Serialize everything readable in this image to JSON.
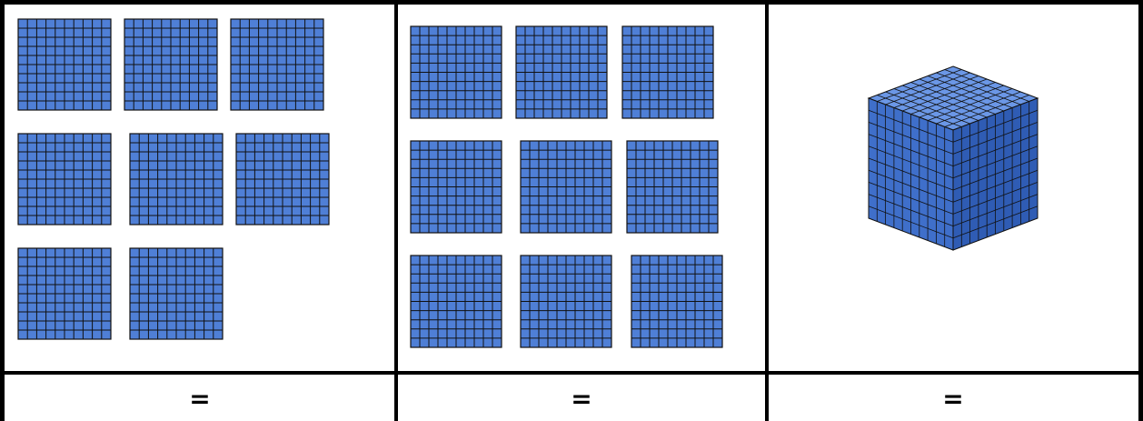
{
  "colors": {
    "block_fill": "#4f7fd6",
    "grid_line": "#111111",
    "cube_top": "#6b97e6",
    "cube_left": "#3f6fca",
    "cube_right": "#2f5cb4"
  },
  "columns": [
    {
      "flat_count": 8,
      "equals_label": "="
    },
    {
      "flat_count": 9,
      "equals_label": "="
    },
    {
      "cube_count": 1,
      "equals_label": "="
    }
  ],
  "grid_divisions": 10
}
